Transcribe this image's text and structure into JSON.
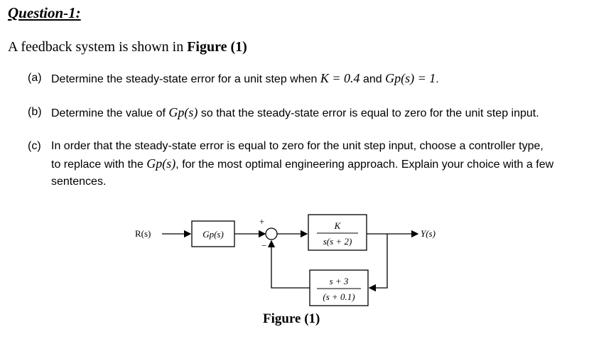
{
  "heading": "Question-1:",
  "intro": {
    "text": "A feedback system is shown in ",
    "figure_ref": "Figure (1)"
  },
  "questions": [
    {
      "label": "(a)",
      "parts": [
        "Determine the steady-state error for a unit step when ",
        "K = 0.4",
        " and ",
        "Gp(s) = 1",
        "."
      ]
    },
    {
      "label": "(b)",
      "parts": [
        "Determine the value of ",
        "Gp(s)",
        " so that the steady-state error is equal to zero for the unit step input."
      ]
    },
    {
      "label": "(c)",
      "line1": "In order that the steady-state error is equal to zero for the unit step input, choose a controller type,",
      "line2_pre": "to replace with the ",
      "line2_math": "Gp(s)",
      "line2_post": ", for the most optimal engineering approach. Explain your choice with a few",
      "line3": "sentences."
    }
  ],
  "diagram": {
    "input_label": "R(s)",
    "gp_block": "Gp(s)",
    "plus_sign": "+",
    "minus_sign": "−",
    "forward_num": "K",
    "forward_den": "s(s + 2)",
    "feedback_num": "s + 3",
    "feedback_den": "(s + 0.1)",
    "output_label": "Y(s)"
  },
  "caption": "Figure (1)"
}
